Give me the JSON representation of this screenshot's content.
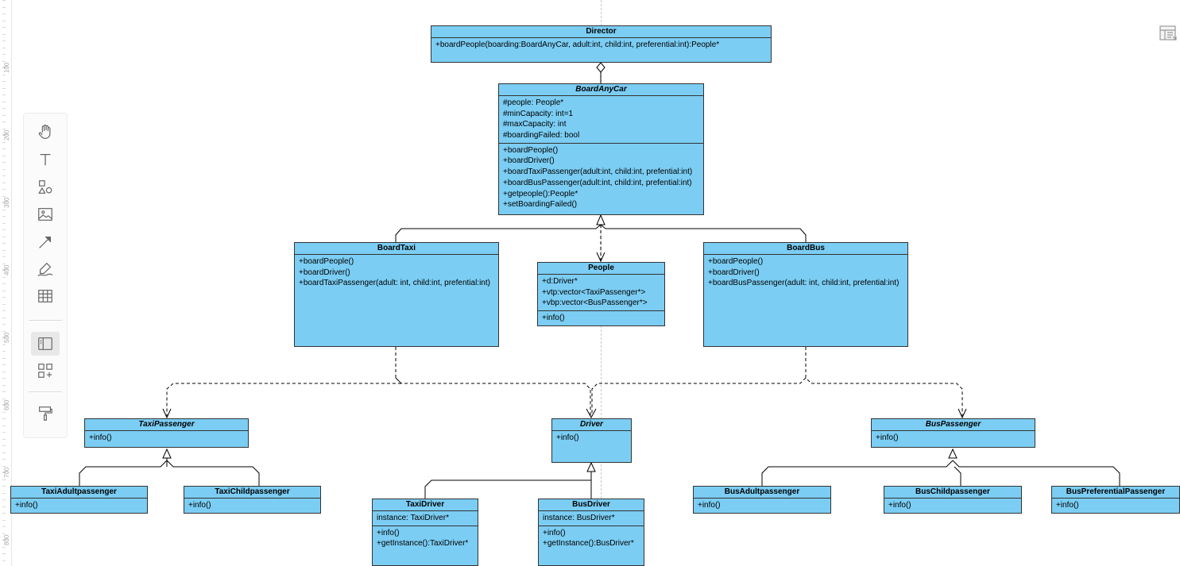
{
  "ruler": {
    "labels": [
      "100",
      "200",
      "300",
      "400",
      "500",
      "600",
      "700",
      "800"
    ]
  },
  "toolbar": {
    "icons": [
      "hand-icon",
      "text-icon",
      "shapes-icon",
      "image-icon",
      "arrow-icon",
      "pen-icon",
      "table-icon",
      "panel-icon",
      "add-component-icon",
      "format-painter-icon"
    ]
  },
  "classes": {
    "director": {
      "name": "Director",
      "attributes": [],
      "methods": [
        "+boardPeople(boarding:BoardAnyCar, adult:int, child:int, preferential:int):People*"
      ]
    },
    "board_any_car": {
      "name": "BoardAnyCar",
      "attributes": [
        "#people: People*",
        "#minCapacity: int=1",
        "#maxCapacity: int",
        "#boardingFailed: bool"
      ],
      "methods": [
        "+boardPeople()",
        "+boardDriver()",
        "+boardTaxiPassenger(adult:int, child:int, prefential:int)",
        "+boardBusPassenger(adult:int, child:int, prefential:int)",
        "+getpeople():People*",
        "+setBoardingFailed()"
      ]
    },
    "board_taxi": {
      "name": "BoardTaxi",
      "attributes": [],
      "methods": [
        "+boardPeople()",
        "+boardDriver()",
        "+boardTaxiPassenger(adult: int, child:int, prefential:int)"
      ]
    },
    "people": {
      "name": "People",
      "attributes": [
        "+d:Driver*",
        "+vtp:vector<TaxiPassenger*>",
        "+vbp:vector<BusPassenger*>"
      ],
      "methods": [
        "+info()"
      ]
    },
    "board_bus": {
      "name": "BoardBus",
      "attributes": [],
      "methods": [
        "+boardPeople()",
        "+boardDriver()",
        "+boardBusPassenger(adult: int, child:int, prefential:int)"
      ]
    },
    "taxi_passenger": {
      "name": "TaxiPassenger",
      "attributes": [],
      "methods": [
        "+info()"
      ]
    },
    "driver": {
      "name": "Driver",
      "attributes": [],
      "methods": [
        "+info()"
      ]
    },
    "bus_passenger": {
      "name": "BusPassenger",
      "attributes": [],
      "methods": [
        "+info()"
      ]
    },
    "taxi_adult_passenger": {
      "name": "TaxiAdultpassenger",
      "attributes": [],
      "methods": [
        "+info()"
      ]
    },
    "taxi_child_passenger": {
      "name": "TaxiChildpassenger",
      "attributes": [],
      "methods": [
        "+info()"
      ]
    },
    "taxi_driver": {
      "name": "TaxiDriver",
      "attributes": [
        "instance: TaxiDriver*"
      ],
      "methods": [
        "+info()",
        "+getInstance():TaxiDriver*"
      ]
    },
    "bus_driver": {
      "name": "BusDriver",
      "attributes": [
        "instance: BusDriver*"
      ],
      "methods": [
        "+info()",
        "+getInstance():BusDriver*"
      ]
    },
    "bus_adult_passenger": {
      "name": "BusAdultpassenger",
      "attributes": [],
      "methods": [
        "+info()"
      ]
    },
    "bus_child_passenger": {
      "name": "BusChildpassenger",
      "attributes": [],
      "methods": [
        "+info()"
      ]
    },
    "bus_preferential_passenger": {
      "name": "BusPreferentialPassenger",
      "attributes": [],
      "methods": [
        "+info()"
      ]
    }
  },
  "colors": {
    "class_fill": "#7bcdf3",
    "line": "#000000"
  }
}
